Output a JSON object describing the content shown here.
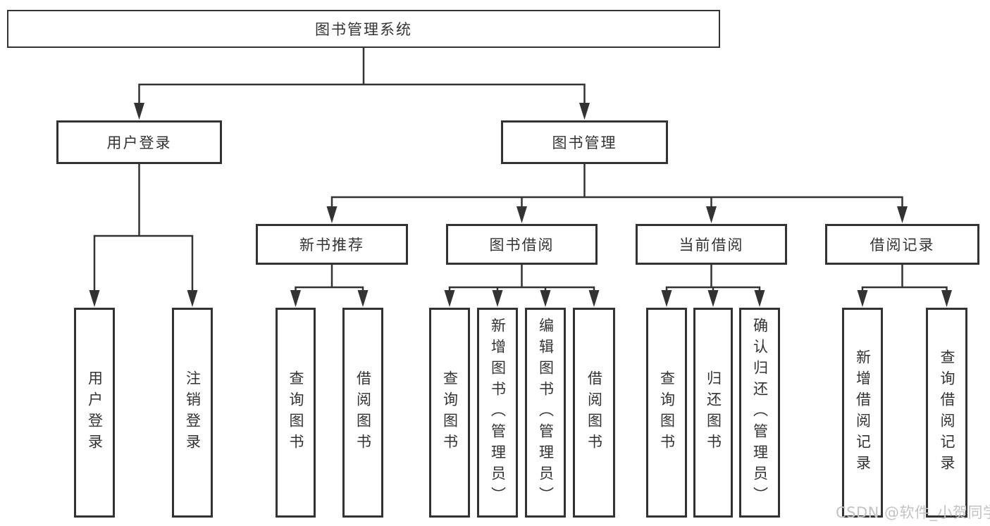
{
  "tree": {
    "root": {
      "label": "图书管理系统"
    },
    "branches": [
      {
        "label": "用户登录",
        "children": [
          {
            "label": "用户登录"
          },
          {
            "label": "注销登录"
          }
        ]
      },
      {
        "label": "图书管理",
        "children": [
          {
            "label": "新书推荐",
            "children": [
              {
                "label": "查询图书"
              },
              {
                "label": "借阅图书"
              }
            ]
          },
          {
            "label": "图书借阅",
            "children": [
              {
                "label": "查询图书"
              },
              {
                "label": "新增图书（管理员）"
              },
              {
                "label": "编辑图书（管理员）"
              },
              {
                "label": "借阅图书"
              }
            ]
          },
          {
            "label": "当前借阅",
            "children": [
              {
                "label": "查询图书"
              },
              {
                "label": "归还图书"
              },
              {
                "label": "确认归还（管理员）"
              }
            ]
          },
          {
            "label": "借阅记录",
            "children": [
              {
                "label": "新增借阅记录"
              },
              {
                "label": "查询借阅记录"
              }
            ]
          }
        ]
      }
    ]
  },
  "watermark": {
    "text": "CSDN @软件_小贺同学"
  },
  "colors": {
    "line": "#333333",
    "border": "#333333",
    "text": "#333333",
    "background": "#ffffff",
    "watermark": "#c3c3c3"
  }
}
